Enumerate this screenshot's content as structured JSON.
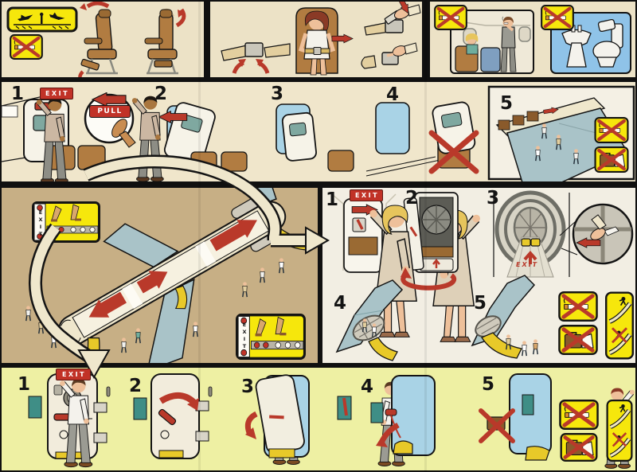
{
  "card_title": "airline-passenger-safety-instructions-card",
  "colors": {
    "panel_cream": "#ece2c6",
    "panel_tan": "#c7af85",
    "panel_offwhite": "#f2eee3",
    "panel_pale_yellow": "#eef0a3",
    "sign_yellow": "#f6e70c",
    "warning_red": "#b9392a",
    "exit_sign_red": "#c13227",
    "seat_brown": "#b17c41",
    "aircraft_blue_gray": "#a9c3c8",
    "lavatory_blue": "#8fc3e8",
    "doorway_blue": "#a9d3e6",
    "slide_yellow": "#e8c929"
  },
  "icons": {
    "takeoff_landing_sign": "two-airplane-silhouettes-over-runway",
    "no_smoking_sign": "cigarette-with-red-X",
    "no_luggage_sign": "bags-with-red-X",
    "jump_onto_slide_sign": "escape-slides-with-figures-red-X",
    "floor_path_lighting_sign": "floor-lights-red-white-with-exit-marker"
  },
  "top_row": {
    "panels": [
      "seat-upright-tray-stowed",
      "fasten-seat-belt",
      "no-smoking-cabin-and-lavatory"
    ]
  },
  "overwing_exit_steps": [
    {
      "num": "1",
      "exit_sign": "EXIT",
      "pull_handle": "PULL"
    },
    {
      "num": "2"
    },
    {
      "num": "3"
    },
    {
      "num": "4"
    },
    {
      "num": "5"
    }
  ],
  "evacuation_overview": {
    "floor_light_top": {
      "exit_label": "EXIT"
    },
    "floor_light_bottom": {
      "exit_label": "EXIT"
    }
  },
  "tailcone_exit_steps": [
    {
      "num": "1",
      "exit_sign": "EXIT"
    },
    {
      "num": "2"
    },
    {
      "num": "3",
      "floor_marking": "EXIT"
    },
    {
      "num": "4"
    },
    {
      "num": "5"
    }
  ],
  "main_door_steps": [
    {
      "num": "1",
      "exit_sign": "EXIT"
    },
    {
      "num": "2"
    },
    {
      "num": "3"
    },
    {
      "num": "4"
    },
    {
      "num": "5"
    }
  ]
}
